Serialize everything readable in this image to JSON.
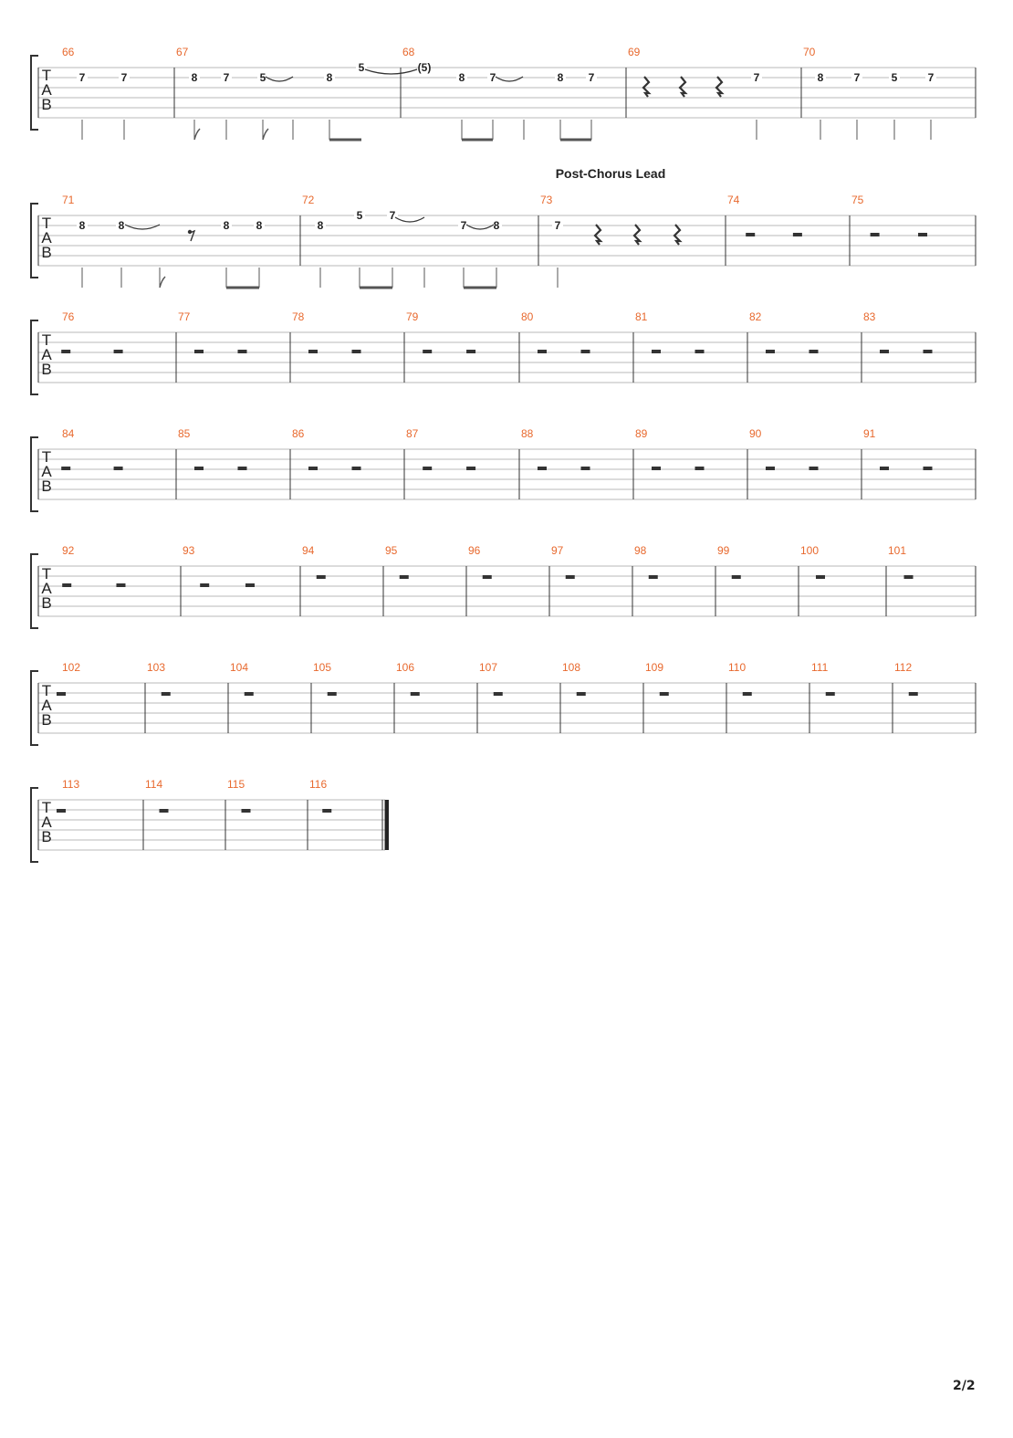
{
  "page_number": "2/2",
  "section_label": "Post-Chorus Lead",
  "tab_clef": [
    "T",
    "A",
    "B"
  ],
  "systems": [
    {
      "measures": [
        {
          "number": "66",
          "notes": [
            {
              "fret": "7",
              "string": 1
            },
            {
              "fret": "7",
              "string": 1
            }
          ]
        },
        {
          "number": "67",
          "notes": [
            {
              "fret": "8",
              "string": 1
            },
            {
              "fret": "7",
              "string": 1
            },
            {
              "fret": "5",
              "string": 1
            },
            {
              "fret": "8",
              "string": 1
            },
            {
              "fret": "5",
              "string": 0
            }
          ]
        },
        {
          "number": "68",
          "notes": [
            {
              "fret": "(5)",
              "string": 0
            },
            {
              "fret": "8",
              "string": 1
            },
            {
              "fret": "7",
              "string": 1
            },
            {
              "fret": "8",
              "string": 1
            },
            {
              "fret": "7",
              "string": 1
            }
          ]
        },
        {
          "number": "69",
          "rests": [
            "quarter",
            "quarter",
            "quarter"
          ],
          "notes": [
            {
              "fret": "7",
              "string": 1
            }
          ]
        },
        {
          "number": "70",
          "notes": [
            {
              "fret": "8",
              "string": 1
            },
            {
              "fret": "7",
              "string": 1
            },
            {
              "fret": "5",
              "string": 1
            },
            {
              "fret": "7",
              "string": 1
            }
          ]
        }
      ]
    },
    {
      "measures": [
        {
          "number": "71",
          "notes": [
            {
              "fret": "8",
              "string": 1
            },
            {
              "fret": "8",
              "string": 1
            },
            {
              "fret": "8",
              "string": 1
            },
            {
              "fret": "8",
              "string": 1
            }
          ],
          "rests": [
            "eighth"
          ]
        },
        {
          "number": "72",
          "notes": [
            {
              "fret": "8",
              "string": 1
            },
            {
              "fret": "5",
              "string": 0
            },
            {
              "fret": "7",
              "string": 0
            },
            {
              "fret": "7",
              "string": 1
            },
            {
              "fret": "8",
              "string": 1
            }
          ]
        },
        {
          "number": "73",
          "notes": [
            {
              "fret": "7",
              "string": 1
            }
          ],
          "rests": [
            "quarter",
            "quarter",
            "quarter"
          ]
        },
        {
          "number": "74",
          "rests": [
            "half",
            "half"
          ]
        },
        {
          "number": "75",
          "rests": [
            "half",
            "half"
          ]
        }
      ]
    },
    {
      "measures": [
        {
          "number": "76",
          "rests": [
            "half",
            "half"
          ]
        },
        {
          "number": "77",
          "rests": [
            "half",
            "half"
          ]
        },
        {
          "number": "78",
          "rests": [
            "half",
            "half"
          ]
        },
        {
          "number": "79",
          "rests": [
            "half",
            "half"
          ]
        },
        {
          "number": "80",
          "rests": [
            "half",
            "half"
          ]
        },
        {
          "number": "81",
          "rests": [
            "half",
            "half"
          ]
        },
        {
          "number": "82",
          "rests": [
            "half",
            "half"
          ]
        },
        {
          "number": "83",
          "rests": [
            "half",
            "half"
          ]
        }
      ]
    },
    {
      "measures": [
        {
          "number": "84",
          "rests": [
            "half",
            "half"
          ]
        },
        {
          "number": "85",
          "rests": [
            "half",
            "half"
          ]
        },
        {
          "number": "86",
          "rests": [
            "half",
            "half"
          ]
        },
        {
          "number": "87",
          "rests": [
            "half",
            "half"
          ]
        },
        {
          "number": "88",
          "rests": [
            "half",
            "half"
          ]
        },
        {
          "number": "89",
          "rests": [
            "half",
            "half"
          ]
        },
        {
          "number": "90",
          "rests": [
            "half",
            "half"
          ]
        },
        {
          "number": "91",
          "rests": [
            "half",
            "half"
          ]
        }
      ]
    },
    {
      "measures": [
        {
          "number": "92",
          "rests": [
            "half",
            "half"
          ]
        },
        {
          "number": "93",
          "rests": [
            "half",
            "half"
          ]
        },
        {
          "number": "94",
          "rests": [
            "whole"
          ]
        },
        {
          "number": "95",
          "rests": [
            "whole"
          ]
        },
        {
          "number": "96",
          "rests": [
            "whole"
          ]
        },
        {
          "number": "97",
          "rests": [
            "whole"
          ]
        },
        {
          "number": "98",
          "rests": [
            "whole"
          ]
        },
        {
          "number": "99",
          "rests": [
            "whole"
          ]
        },
        {
          "number": "100",
          "rests": [
            "whole"
          ]
        },
        {
          "number": "101",
          "rests": [
            "whole"
          ]
        }
      ]
    },
    {
      "measures": [
        {
          "number": "102",
          "rests": [
            "whole"
          ]
        },
        {
          "number": "103",
          "rests": [
            "whole"
          ]
        },
        {
          "number": "104",
          "rests": [
            "whole"
          ]
        },
        {
          "number": "105",
          "rests": [
            "whole"
          ]
        },
        {
          "number": "106",
          "rests": [
            "whole"
          ]
        },
        {
          "number": "107",
          "rests": [
            "whole"
          ]
        },
        {
          "number": "108",
          "rests": [
            "whole"
          ]
        },
        {
          "number": "109",
          "rests": [
            "whole"
          ]
        },
        {
          "number": "110",
          "rests": [
            "whole"
          ]
        },
        {
          "number": "111",
          "rests": [
            "whole"
          ]
        },
        {
          "number": "112",
          "rests": [
            "whole"
          ]
        }
      ]
    },
    {
      "measures": [
        {
          "number": "113",
          "rests": [
            "whole"
          ]
        },
        {
          "number": "114",
          "rests": [
            "whole"
          ]
        },
        {
          "number": "115",
          "rests": [
            "whole"
          ]
        },
        {
          "number": "116",
          "rests": [
            "whole"
          ]
        }
      ]
    }
  ],
  "colors": {
    "measure_number": "#e8692e",
    "staff_line": "#b8b8b8",
    "ink": "#222222"
  }
}
